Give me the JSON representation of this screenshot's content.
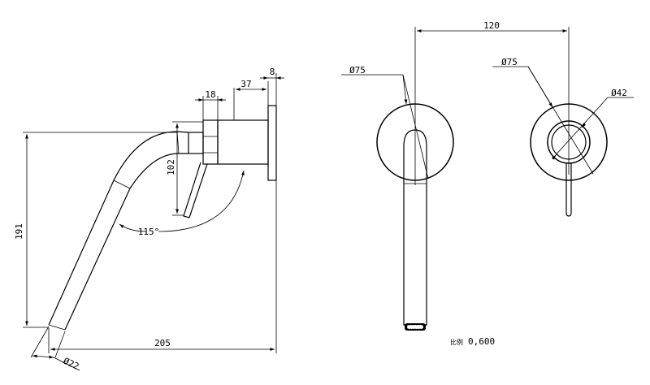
{
  "dimensions": {
    "overall_length": "205",
    "height": "191",
    "lever_offset": "102",
    "body_width": "18",
    "body_to_wall": "37",
    "plate_thickness": "8",
    "spout_diameter": "Ø22",
    "spout_angle": "115°",
    "centres": "120",
    "spout_plate_diameter": "Ø75",
    "mixer_plate_diameter": "Ø75",
    "mixer_body_diameter": "Ø42"
  },
  "scale": {
    "label": "比例",
    "value": "0,600"
  }
}
